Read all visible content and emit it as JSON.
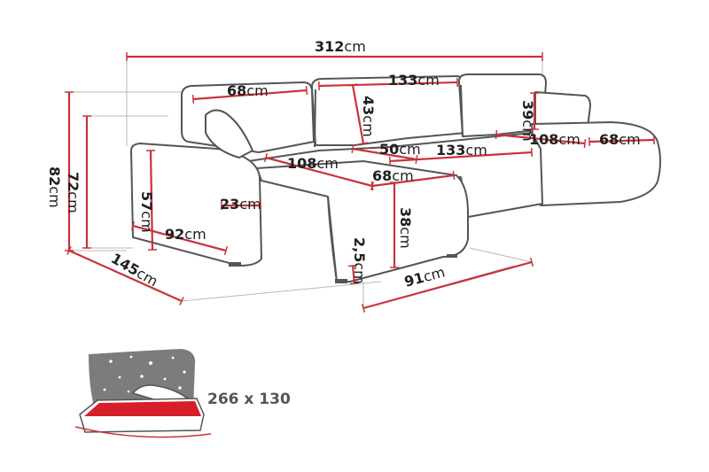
{
  "colors": {
    "dimension": "#c8333a",
    "outline": "#555555",
    "guide": "#b0b0b0",
    "bed_surface": "#d61f2a",
    "night": "#7c7c7c"
  },
  "dimensions": [
    {
      "id": "total-width",
      "num": "312",
      "unit": "cm"
    },
    {
      "id": "back-seat-left",
      "num": "68",
      "unit": "cm"
    },
    {
      "id": "back-seat-right",
      "num": "133",
      "unit": "cm"
    },
    {
      "id": "backrest-height",
      "num": "43",
      "unit": "cm"
    },
    {
      "id": "chaise-back",
      "num": "39",
      "unit": "cm"
    },
    {
      "id": "total-height",
      "num": "82",
      "unit": "cm"
    },
    {
      "id": "back-height",
      "num": "72",
      "unit": "cm"
    },
    {
      "id": "seat-depth",
      "num": "50",
      "unit": "cm"
    },
    {
      "id": "seat-width",
      "num": "133",
      "unit": "cm"
    },
    {
      "id": "chaise-length",
      "num": "108",
      "unit": "cm"
    },
    {
      "id": "chaise-width",
      "num": "68",
      "unit": "cm"
    },
    {
      "id": "left-chaise-len",
      "num": "108",
      "unit": "cm"
    },
    {
      "id": "left-chaise-wid",
      "num": "68",
      "unit": "cm"
    },
    {
      "id": "arm-height",
      "num": "57",
      "unit": "cm"
    },
    {
      "id": "arm-width",
      "num": "23",
      "unit": "cm"
    },
    {
      "id": "arm-depth",
      "num": "92",
      "unit": "cm"
    },
    {
      "id": "seat-height",
      "num": "38",
      "unit": "cm"
    },
    {
      "id": "leg-height",
      "num": "2,5",
      "unit": "cm"
    },
    {
      "id": "total-depth",
      "num": "145",
      "unit": "cm"
    },
    {
      "id": "front-depth",
      "num": "91",
      "unit": "cm"
    }
  ],
  "bed": {
    "size_label": "266 x 130",
    "icon": "sofa-bed-icon"
  }
}
